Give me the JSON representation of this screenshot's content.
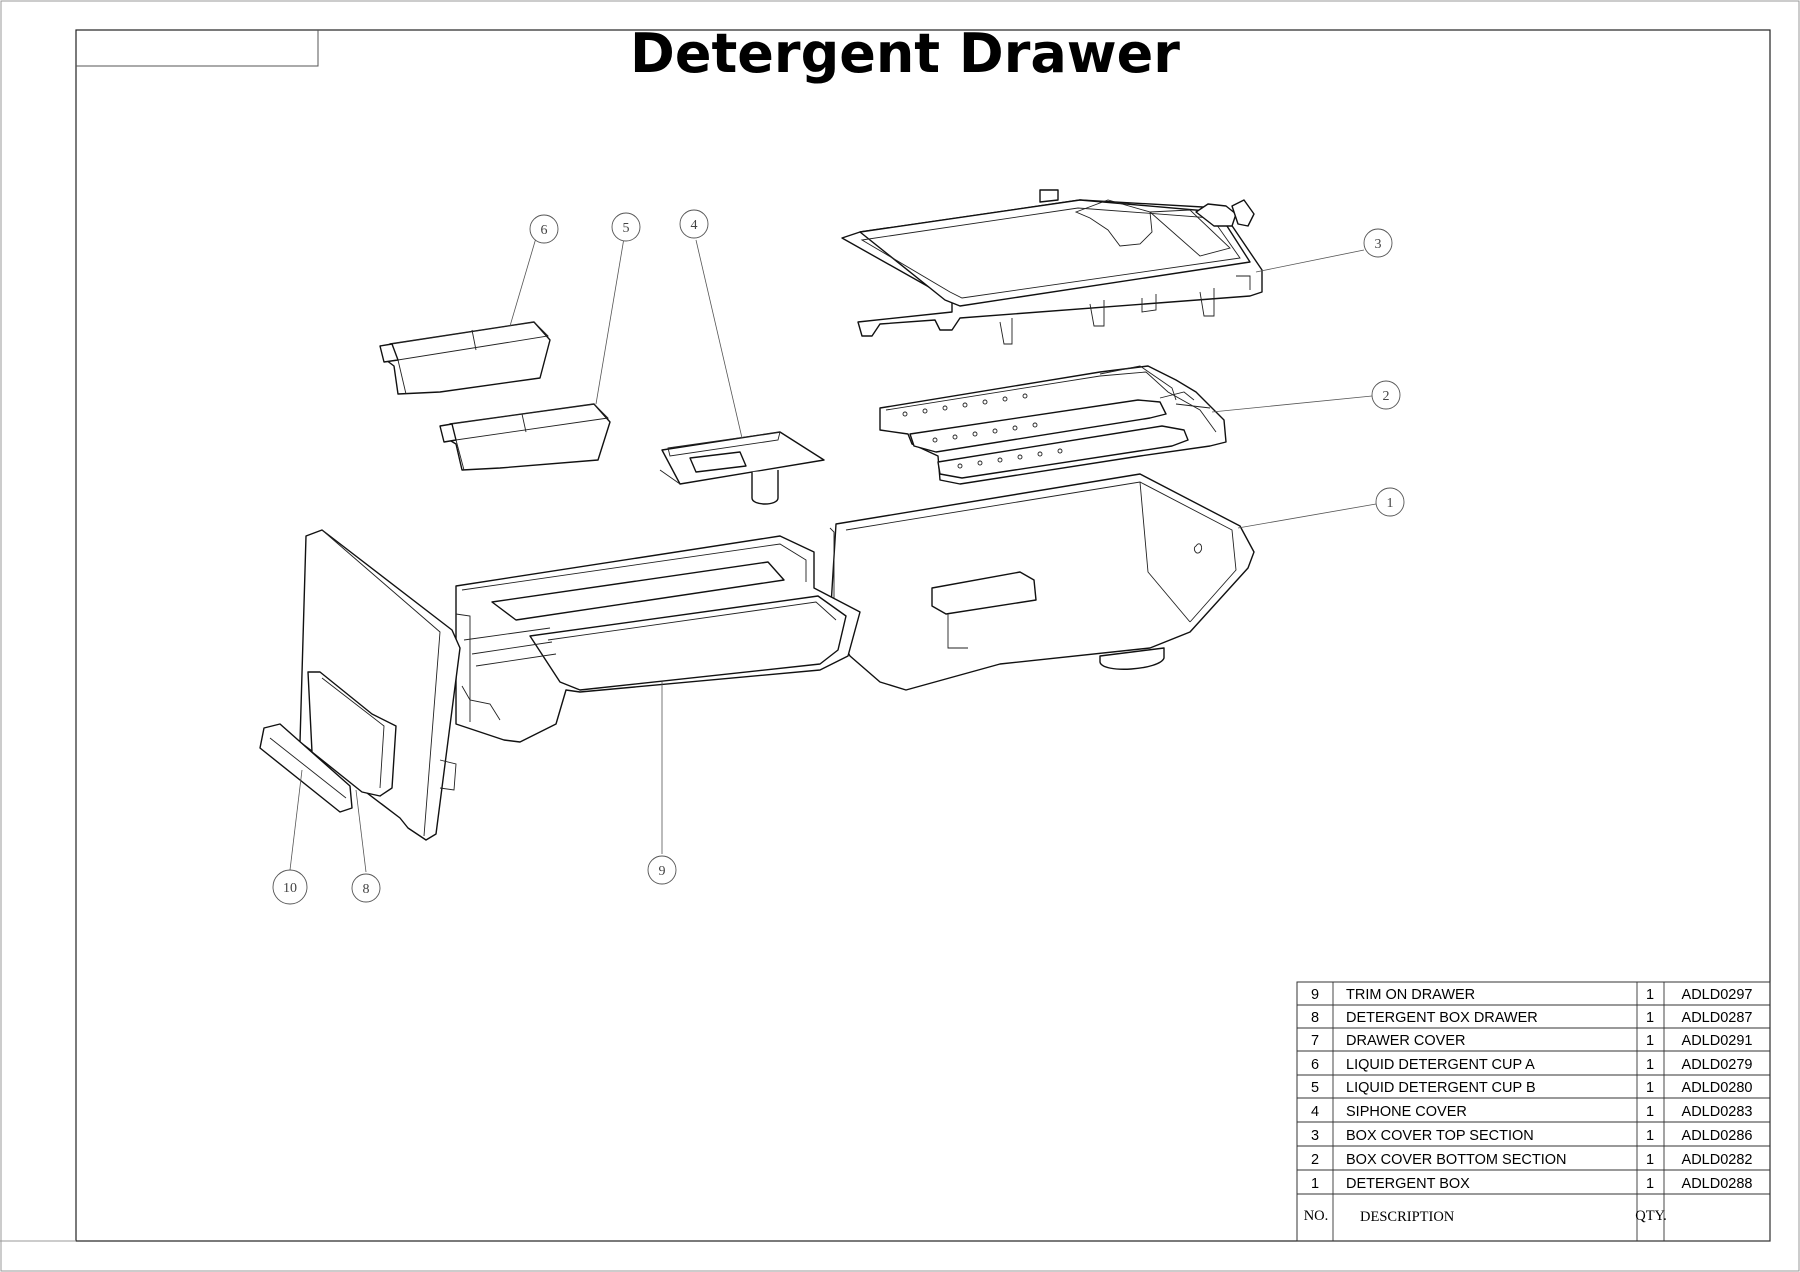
{
  "title": "Detergent Drawer",
  "balloons": [
    "1",
    "2",
    "3",
    "4",
    "5",
    "6",
    "8",
    "9",
    "10"
  ],
  "bom": {
    "rows": [
      {
        "no": "9",
        "description": "TRIM ON DRAWER",
        "qty": "1",
        "code": "ADLD0297"
      },
      {
        "no": "8",
        "description": "DETERGENT BOX DRAWER",
        "qty": "1",
        "code": "ADLD0287"
      },
      {
        "no": "7",
        "description": "DRAWER COVER",
        "qty": "1",
        "code": "ADLD0291"
      },
      {
        "no": "6",
        "description": "LIQUID DETERGENT CUP A",
        "qty": "1",
        "code": "ADLD0279"
      },
      {
        "no": "5",
        "description": "LIQUID DETERGENT CUP B",
        "qty": "1",
        "code": "ADLD0280"
      },
      {
        "no": "4",
        "description": "SIPHONE COVER",
        "qty": "1",
        "code": "ADLD0283"
      },
      {
        "no": "3",
        "description": "BOX COVER TOP SECTION",
        "qty": "1",
        "code": "ADLD0286"
      },
      {
        "no": "2",
        "description": "BOX COVER BOTTOM SECTION",
        "qty": "1",
        "code": "ADLD0282"
      },
      {
        "no": "1",
        "description": "DETERGENT BOX",
        "qty": "1",
        "code": "ADLD0288"
      }
    ],
    "headers": {
      "no": "NO.",
      "description": "DESCRIPTION",
      "qty": "QTY."
    }
  }
}
